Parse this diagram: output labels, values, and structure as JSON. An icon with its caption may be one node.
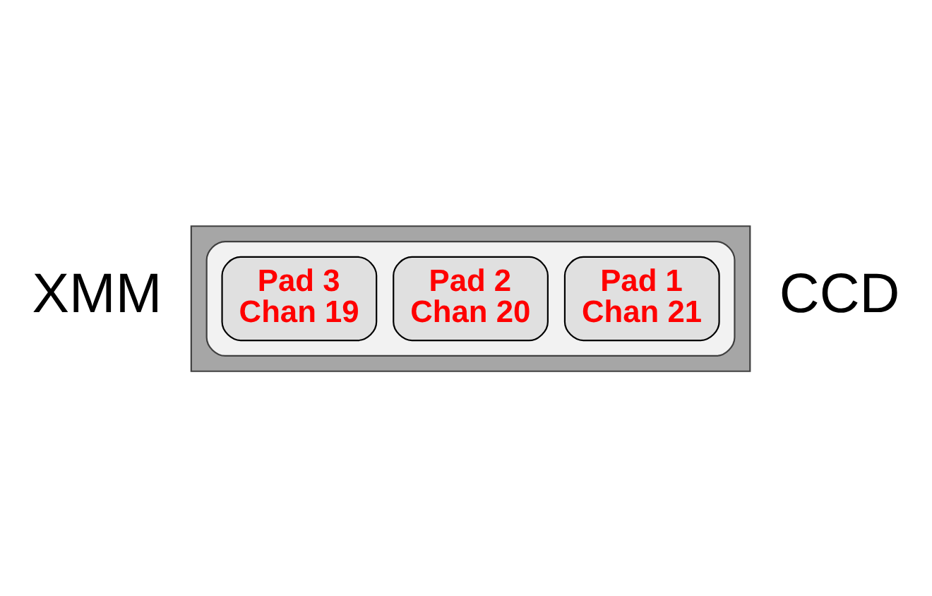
{
  "diagram": {
    "nodes": [
      {
        "text": [],
        "shape": "box"
      },
      {
        "text": [],
        "shape": "box",
        "in": 0
      },
      {
        "text": [
          "Pad 1",
          "Chan 21"
        ],
        "in": 1
      },
      {
        "text": [
          "Pad 2",
          "Chan 20"
        ],
        "in": 1
      },
      {
        "text": [
          "Pad 3",
          "Chan 19"
        ],
        "in": 1
      }
    ],
    "edges": [],
    "labels": [
      "XMM",
      "CCD"
    ]
  }
}
